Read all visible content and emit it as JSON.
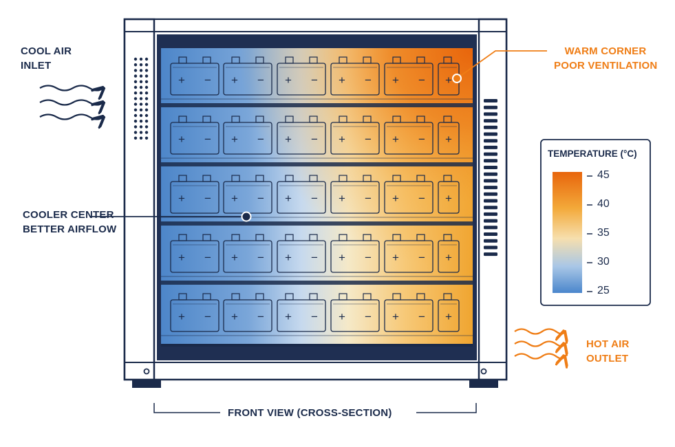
{
  "labels": {
    "cool_air_inlet": [
      "COOL AIR",
      "INLET"
    ],
    "warm_corner": [
      "WARM CORNER",
      "POOR VENTILATION"
    ],
    "cooler_center": [
      "COOLER CENTER",
      "BETTER AIRFLOW"
    ],
    "hot_air_outlet": [
      "HOT AIR",
      "OUTLET"
    ],
    "front_view": "FRONT VIEW (CROSS-SECTION)"
  },
  "legend": {
    "title": "TEMPERATURE (°C)",
    "ticks": [
      "45",
      "40",
      "35",
      "30",
      "25"
    ],
    "gradient_colors": [
      "#e8650c",
      "#f3a93a",
      "#f6dfae",
      "#a9c7e6",
      "#4a86cc"
    ]
  },
  "battery": {
    "plus": "+",
    "minus": "−",
    "rows": 5,
    "cols": 6
  },
  "colors": {
    "navy": "#1a2a4a",
    "orange": "#ef7d15",
    "cool_blue": "#4a86cc",
    "warm_orange": "#e8650c"
  }
}
